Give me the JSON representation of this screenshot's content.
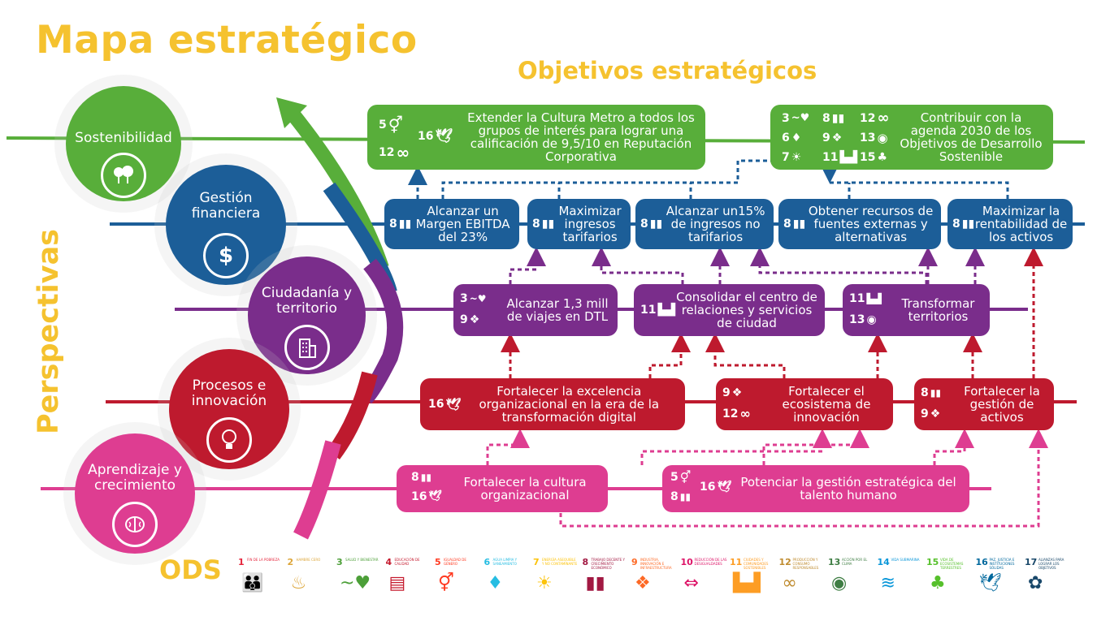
{
  "title": "Mapa estratégico",
  "subtitle": "Objetivos estratégicos",
  "side_label": "Perspectivas",
  "ods_label": "ODS",
  "colors": {
    "yellow": "#F5C22F",
    "green": "#58AE3A",
    "blue": "#1C5E98",
    "purple": "#7A2D8B",
    "red": "#BE1A2E",
    "pink": "#DE3D91"
  },
  "perspectives": [
    {
      "label": "Sostenibilidad",
      "icon": "trees-icon"
    },
    {
      "label": "Gestión financiera",
      "icon": "dollar-icon"
    },
    {
      "label": "Ciudadanía y territorio",
      "icon": "building-icon"
    },
    {
      "label": "Procesos e innovación",
      "icon": "lightbulb-icon"
    },
    {
      "label": "Aprendizaje y crecimiento",
      "icon": "brain-icon"
    }
  ],
  "objectives": {
    "sost1": {
      "text": "Extender la Cultura Metro a todos los grupos de interés para lograr una calificación de 9,5/10 en Reputación Corporativa",
      "ods": [
        "5",
        "16",
        "12"
      ]
    },
    "sost2": {
      "text": "Contribuir con la agenda 2030 de los Objetivos de Desarrollo Sostenible",
      "ods": [
        "3",
        "8",
        "12",
        "6",
        "9",
        "13",
        "7",
        "11",
        "15"
      ]
    },
    "fin1": {
      "text": "Alcanzar un Margen EBITDA del 23%",
      "ods": [
        "8"
      ]
    },
    "fin2": {
      "text": "Maximizar ingresos tarifarios",
      "ods": [
        "8"
      ]
    },
    "fin3": {
      "text": "Alcanzar un15% de ingresos no tarifarios",
      "ods": [
        "8"
      ]
    },
    "fin4": {
      "text": "Obtener recursos de fuentes externas y alternativas",
      "ods": [
        "8"
      ]
    },
    "fin5": {
      "text": "Maximizar la rentabilidad de los activos",
      "ods": [
        "8"
      ]
    },
    "ciu1": {
      "text": "Alcanzar 1,3 mill de viajes en DTL",
      "ods": [
        "3",
        "9"
      ]
    },
    "ciu2": {
      "text": "Consolidar el centro de relaciones y servicios de ciudad",
      "ods": [
        "11"
      ]
    },
    "ciu3": {
      "text": "Transformar territorios",
      "ods": [
        "11",
        "13"
      ]
    },
    "pro1": {
      "text": "Fortalecer la excelencia organizacional en la era de la transformación digital",
      "ods": [
        "16"
      ]
    },
    "pro2": {
      "text": "Fortalecer el ecosistema de innovación",
      "ods": [
        "9",
        "12"
      ]
    },
    "pro3": {
      "text": "Fortalecer la gestión de activos",
      "ods": [
        "8",
        "9"
      ]
    },
    "apr1": {
      "text": "Fortalecer la cultura organizacional",
      "ods": [
        "8",
        "16"
      ]
    },
    "apr2": {
      "text": "Potenciar la gestión estratégica del talento humano",
      "ods": [
        "5",
        "8",
        "16"
      ]
    }
  },
  "ods_legend": [
    {
      "n": "1",
      "t": "FIN DE LA POBREZA",
      "color": "#E5243B",
      "icon": "people-icon"
    },
    {
      "n": "2",
      "t": "HAMBRE CERO",
      "color": "#DDA63A",
      "icon": "bowl-icon"
    },
    {
      "n": "3",
      "t": "SALUD Y BIENESTAR",
      "color": "#4C9F38",
      "icon": "heartbeat-icon"
    },
    {
      "n": "4",
      "t": "EDUCACIÓN DE CALIDAD",
      "color": "#C5192D",
      "icon": "book-icon"
    },
    {
      "n": "5",
      "t": "IGUALDAD DE GÉNERO",
      "color": "#FF3A21",
      "icon": "gender-icon"
    },
    {
      "n": "6",
      "t": "AGUA LIMPIA Y SANEAMIENTO",
      "color": "#26BDE2",
      "icon": "water-icon"
    },
    {
      "n": "7",
      "t": "ENERGÍA ASEQUIBLE Y NO CONTAMINANTE",
      "color": "#FCC30B",
      "icon": "sun-icon"
    },
    {
      "n": "8",
      "t": "TRABAJO DECENTE Y CRECIMIENTO ECONÓMICO",
      "color": "#A21942",
      "icon": "growth-icon"
    },
    {
      "n": "9",
      "t": "INDUSTRIA, INNOVACIÓN E INFRAESTRUCTURA",
      "color": "#FD6925",
      "icon": "cubes-icon"
    },
    {
      "n": "10",
      "t": "REDUCCIÓN DE LAS DESIGUALDADES",
      "color": "#DD1367",
      "icon": "equality-icon"
    },
    {
      "n": "11",
      "t": "CIUDADES Y COMUNIDADES SOSTENIBLES",
      "color": "#FD9D24",
      "icon": "city-icon"
    },
    {
      "n": "12",
      "t": "PRODUCCIÓN Y CONSUMO RESPONSABLES",
      "color": "#BF8B2E",
      "icon": "infinity-icon"
    },
    {
      "n": "13",
      "t": "ACCIÓN POR EL CLIMA",
      "color": "#3F7E44",
      "icon": "eye-globe-icon"
    },
    {
      "n": "14",
      "t": "VIDA SUBMARINA",
      "color": "#0A97D9",
      "icon": "fish-icon"
    },
    {
      "n": "15",
      "t": "VIDA DE ECOSISTEMAS TERRESTRES",
      "color": "#56C02B",
      "icon": "tree-icon"
    },
    {
      "n": "16",
      "t": "PAZ, JUSTICIA E INSTITUCIONES SÓLIDAS",
      "color": "#00689D",
      "icon": "dove-icon"
    },
    {
      "n": "17",
      "t": "ALIANZAS PARA LOGRAR LOS OBJETIVOS",
      "color": "#19486A",
      "icon": "flower-icon"
    }
  ]
}
